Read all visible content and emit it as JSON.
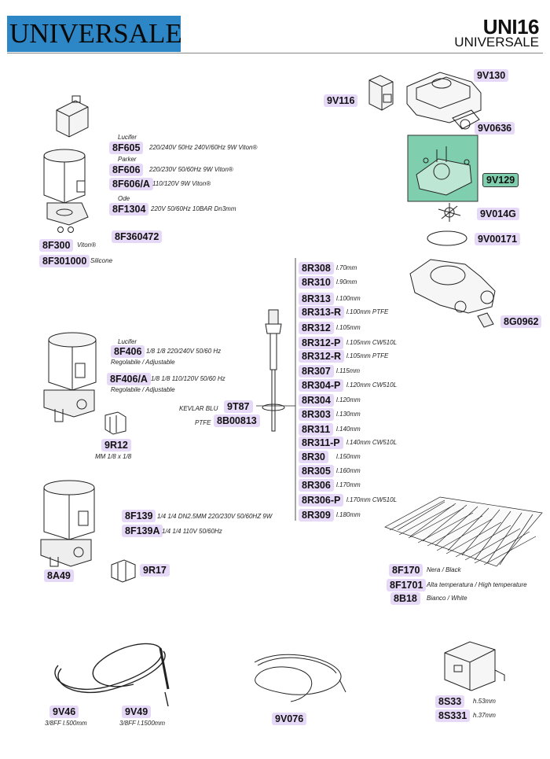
{
  "header": {
    "brand": "UNIVERSALE",
    "code": "UNI16",
    "subtitle": "UNIVERSALE"
  },
  "parts": [
    {
      "id": "9V130",
      "code": "9V130"
    },
    {
      "id": "9V116",
      "code": "9V116"
    },
    {
      "id": "9V0636",
      "code": "9V0636"
    },
    {
      "id": "9V129",
      "code": "9V129"
    },
    {
      "id": "9V014G",
      "code": "9V014G"
    },
    {
      "id": "9V00171",
      "code": "9V00171"
    },
    {
      "id": "8G0962",
      "code": "8G0962"
    },
    {
      "id": "8F605",
      "code": "8F605",
      "brand": "Lucifer",
      "desc": "220/240V 50Hz 240V/60Hz 9W Viton®"
    },
    {
      "id": "8F606",
      "code": "8F606",
      "brand": "Parker",
      "desc": "220/230V 50/60Hz 9W Viton®"
    },
    {
      "id": "8F606A",
      "code": "8F606/A",
      "desc": "110/120V 9W Viton®"
    },
    {
      "id": "8F1304",
      "code": "8F1304",
      "brand": "Ode",
      "desc": "220V 50/60Hz 10BAR Dn3mm"
    },
    {
      "id": "8F360472",
      "code": "8F360472"
    },
    {
      "id": "8F300",
      "code": "8F300",
      "desc": "Viton®"
    },
    {
      "id": "8F301000",
      "code": "8F301000",
      "desc": "Silicone"
    },
    {
      "id": "8F406",
      "code": "8F406",
      "brand": "Lucifer",
      "desc": "1/8 1/8 220/240V 50/60 Hz",
      "desc2": "Regolabile / Adjustable"
    },
    {
      "id": "8F406A",
      "code": "8F406/A",
      "desc": "1/8 1/8 110/120V 50/60 Hz",
      "desc2": "Regolabile / Adjustable"
    },
    {
      "id": "9R12",
      "code": "9R12",
      "desc": "MM 1/8 x 1/8"
    },
    {
      "id": "9T87",
      "code": "9T87",
      "label": "KEVLAR BLU"
    },
    {
      "id": "8B00813",
      "code": "8B00813",
      "label": "PTFE"
    },
    {
      "id": "8F139",
      "code": "8F139",
      "desc": "1/4 1/4 DN2.5MM 220/230V 50/60HZ 9W"
    },
    {
      "id": "8F139A",
      "code": "8F139A",
      "desc": "1/4 1/4 110V 50/60Hz"
    },
    {
      "id": "9R17",
      "code": "9R17"
    },
    {
      "id": "8A49",
      "code": "8A49"
    },
    {
      "id": "8F170",
      "code": "8F170",
      "desc": "Nera / Black"
    },
    {
      "id": "8F1701",
      "code": "8F1701",
      "desc": "Alta temperatura / High temperature"
    },
    {
      "id": "8B18",
      "code": "8B18",
      "desc": "Bianco / White"
    },
    {
      "id": "9V46",
      "code": "9V46",
      "desc": "3/8FF l.500mm"
    },
    {
      "id": "9V49",
      "code": "9V49",
      "desc": "3/8FF l.1500mm"
    },
    {
      "id": "9V076",
      "code": "9V076"
    },
    {
      "id": "8S33",
      "code": "8S33",
      "desc": "h.53mm"
    },
    {
      "id": "8S331",
      "code": "8S331",
      "desc": "h.37mm"
    }
  ],
  "probes": [
    {
      "code": "8R308",
      "desc": "l.70mm"
    },
    {
      "code": "8R310",
      "desc": "l.90mm"
    },
    {
      "code": "8R313",
      "desc": "l.100mm"
    },
    {
      "code": "8R313-R",
      "desc": "l.100mm PTFE"
    },
    {
      "code": "8R312",
      "desc": "l.105mm"
    },
    {
      "code": "8R312-P",
      "desc": "l.105mm CW510L"
    },
    {
      "code": "8R312-R",
      "desc": "l.105mm PTFE"
    },
    {
      "code": "8R307",
      "desc": "l.115mm"
    },
    {
      "code": "8R304-P",
      "desc": "l.120mm CW510L"
    },
    {
      "code": "8R304",
      "desc": "l.120mm"
    },
    {
      "code": "8R303",
      "desc": "l.130mm"
    },
    {
      "code": "8R311",
      "desc": "l.140mm"
    },
    {
      "code": "8R311-P",
      "desc": "l.140mm CW510L"
    },
    {
      "code": "8R30",
      "desc": "l.150mm"
    },
    {
      "code": "8R305",
      "desc": "l.160mm"
    },
    {
      "code": "8R306",
      "desc": "l.170mm"
    },
    {
      "code": "8R306-P",
      "desc": "l.170mm CW510L"
    },
    {
      "code": "8R309",
      "desc": "l.180mm"
    }
  ],
  "colors": {
    "badge": "#e6d8f7",
    "selected": "#7fcfae",
    "brand_bg": "#2d86c6"
  }
}
